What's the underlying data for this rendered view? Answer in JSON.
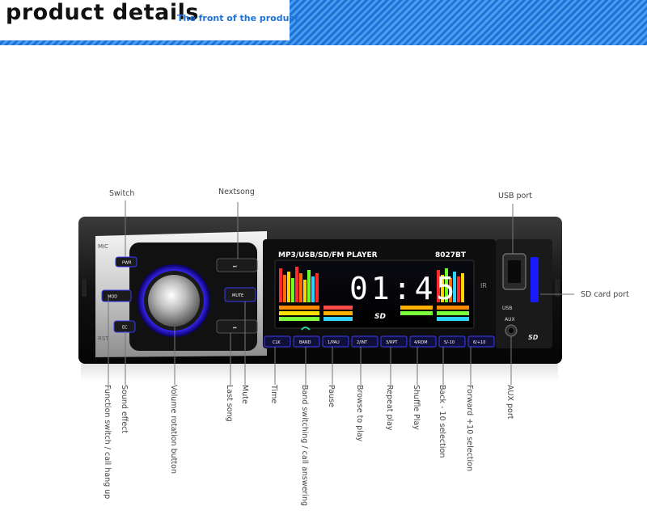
{
  "header": {
    "title": "product details",
    "subtitle": "The front of the product"
  },
  "device": {
    "display_model": "MP3/USB/SD/FM PLAYER",
    "model_number": "8027BT",
    "clock": "01:45",
    "sd_logo": "SD",
    "mic": "MIC",
    "rst": "RST",
    "usb": "USB",
    "aux": "AUX",
    "ir": "IR",
    "buttons": {
      "pwr": "PWR",
      "mod": "MOD",
      "ec": "EC",
      "next": "⏭",
      "prev": "⏮",
      "mute": "MUTE",
      "clk": "CLK",
      "band": "BAND",
      "b1": "1/PAU",
      "b2": "2/INT",
      "b3": "3/RPT",
      "b4": "4/RDM",
      "b5": "5/-10",
      "b6": "6/+10"
    }
  },
  "callouts": {
    "switch": "Switch",
    "nextsong": "Nextsong",
    "usb_port": "USB port",
    "sd_card_port": "SD card port",
    "function_switch": "Function switch / call hang up",
    "sound_effect": "Sound effect",
    "volume": "Volume rotation button",
    "last_song": "Last song",
    "mute": "Mute",
    "time": "Time",
    "band": "Band switching / call answering",
    "pause": "Pause",
    "browse": "Browse to play",
    "repeat": "Repeat play",
    "shuffle": "Shuffle Play",
    "back10": "Back - 10 selection",
    "forward10": "Forward +10 selection",
    "aux_port": "AUX port"
  }
}
